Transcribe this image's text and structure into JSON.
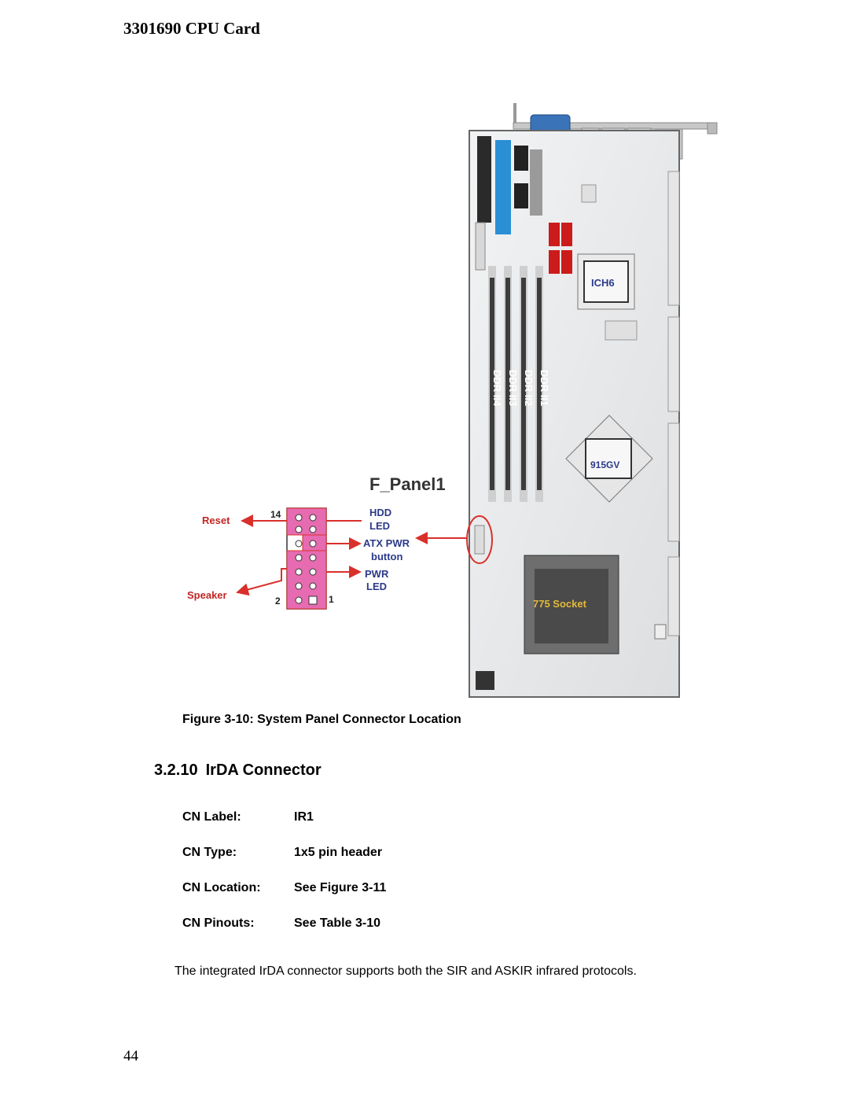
{
  "header": {
    "title": "3301690 CPU Card"
  },
  "figure": {
    "caption": "Figure 3-10: System Panel Connector Location",
    "labels": {
      "ich6": "ICH6",
      "ddr1": "DDR II1",
      "ddr2": "DDR II2",
      "ddr3": "DDR II3",
      "ddr4": "DDR II4",
      "northbridge": "915GV",
      "socket": "775 Socket",
      "f_panel": "F_Panel1",
      "reset": "Reset",
      "speaker": "Speaker",
      "pin14": "14",
      "pin2": "2",
      "pin1": "1",
      "hdd": "HDD",
      "hdd_led": "LED",
      "atx_pwr": "ATX PWR",
      "atx_button": "button",
      "pwr": "PWR",
      "pwr_led": "LED"
    },
    "colors": {
      "pointer": "#d9302c",
      "header_highlight": "#e66bb0",
      "ide": "#2b8fd6",
      "sata": "#cc1b1b"
    }
  },
  "section": {
    "number": "3.2.10",
    "title": "IrDA Connector"
  },
  "specs": [
    {
      "key": "CN Label:",
      "value": "IR1"
    },
    {
      "key": "CN Type:",
      "value": "1x5 pin header"
    },
    {
      "key": "CN Location:",
      "value": "See Figure 3-11"
    },
    {
      "key": "CN Pinouts:",
      "value": "See Table 3-10"
    }
  ],
  "body": {
    "text": "The integrated IrDA connector supports both the SIR and ASKIR infrared protocols."
  },
  "footer": {
    "page_number": "44"
  }
}
